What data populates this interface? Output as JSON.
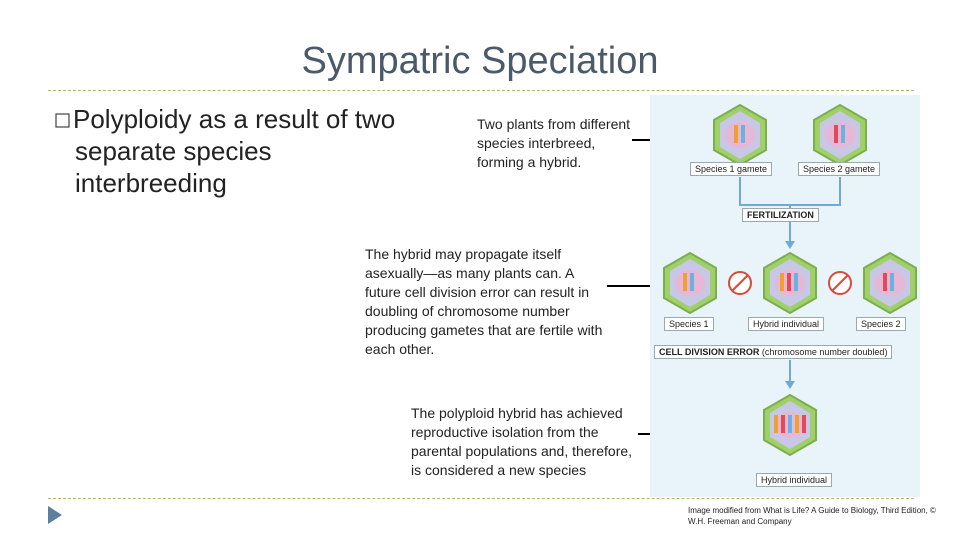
{
  "slide": {
    "title": "Sympatric Speciation",
    "bullet": {
      "icon": "bullet-box-icon",
      "line1": "Polyploidy as a result of two",
      "line2": "separate species",
      "line3": "interbreeding"
    }
  },
  "notes": {
    "step1": "Two plants from different species interbreed, forming a hybrid.",
    "step2": "The hybrid may propagate itself asexually—as many plants can. A future cell division error can result in doubling of chromosome number producing gametes that are fertile with each other.",
    "step3": "The polyploid hybrid has achieved reproductive isolation from the parental populations and, therefore, is considered a new species"
  },
  "figure": {
    "labels": {
      "species1_gamete": "Species 1 gamete",
      "species2_gamete": "Species 2 gamete",
      "fertilization": "FERTILIZATION",
      "species1": "Species 1",
      "hybrid_individual": "Hybrid individual",
      "species2": "Species 2",
      "cell_division_error": "CELL DIVISION ERROR",
      "cell_division_error_note": "(chromosome number doubled)",
      "hybrid_individual_final": "Hybrid individual"
    },
    "colors": {
      "cell_outer": "#9fd06a",
      "cell_inner": "#c9c7e6",
      "nucleus": "#e7b7d6",
      "arrow": "#6fa9d6",
      "no_symbol": "#d84a3a"
    }
  },
  "credit": "Image modified from What is Life? A Guide to Biology, Third Edition, © W.H. Freeman and Company",
  "nav": {
    "icon": "play-triangle-icon"
  }
}
